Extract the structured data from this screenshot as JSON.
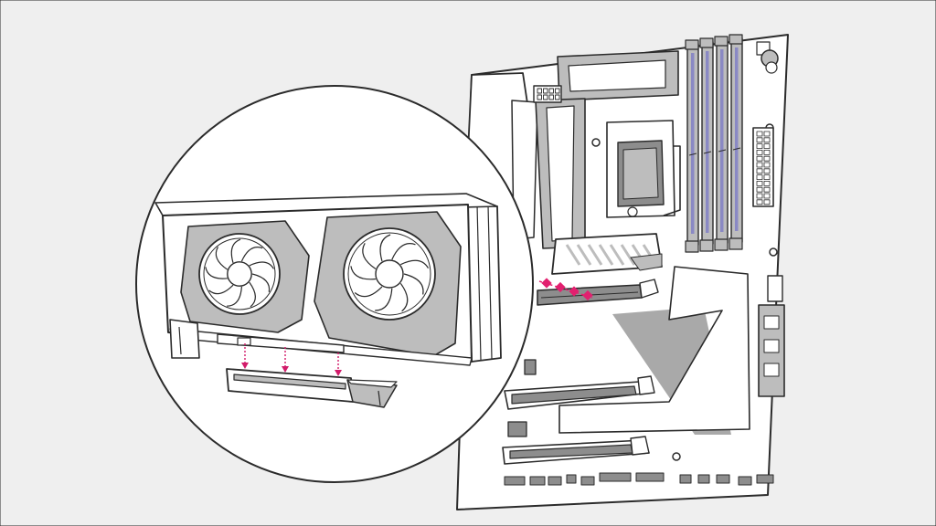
{
  "colors": {
    "background": "#efefef",
    "board": "#ffffff",
    "outline": "#2b2b2b",
    "component_gray": "#bdbdbd",
    "dark_gray": "#8d8d8d",
    "shadow_gray": "#a9a9a9",
    "dimm_accent": "#8a89c4",
    "callout_arrow": "#d21b6a",
    "slot_marker": "#e2206f"
  },
  "icons": {
    "gpu_fan": "fan-icon",
    "insert_arrow": "arrow-down-icon"
  },
  "diagram": {
    "fan_count": 2,
    "insert_arrow_count": 3,
    "slot_marker_count": 4,
    "dimm_slot_count": 4,
    "pcie_x16_slot_count": 3
  }
}
